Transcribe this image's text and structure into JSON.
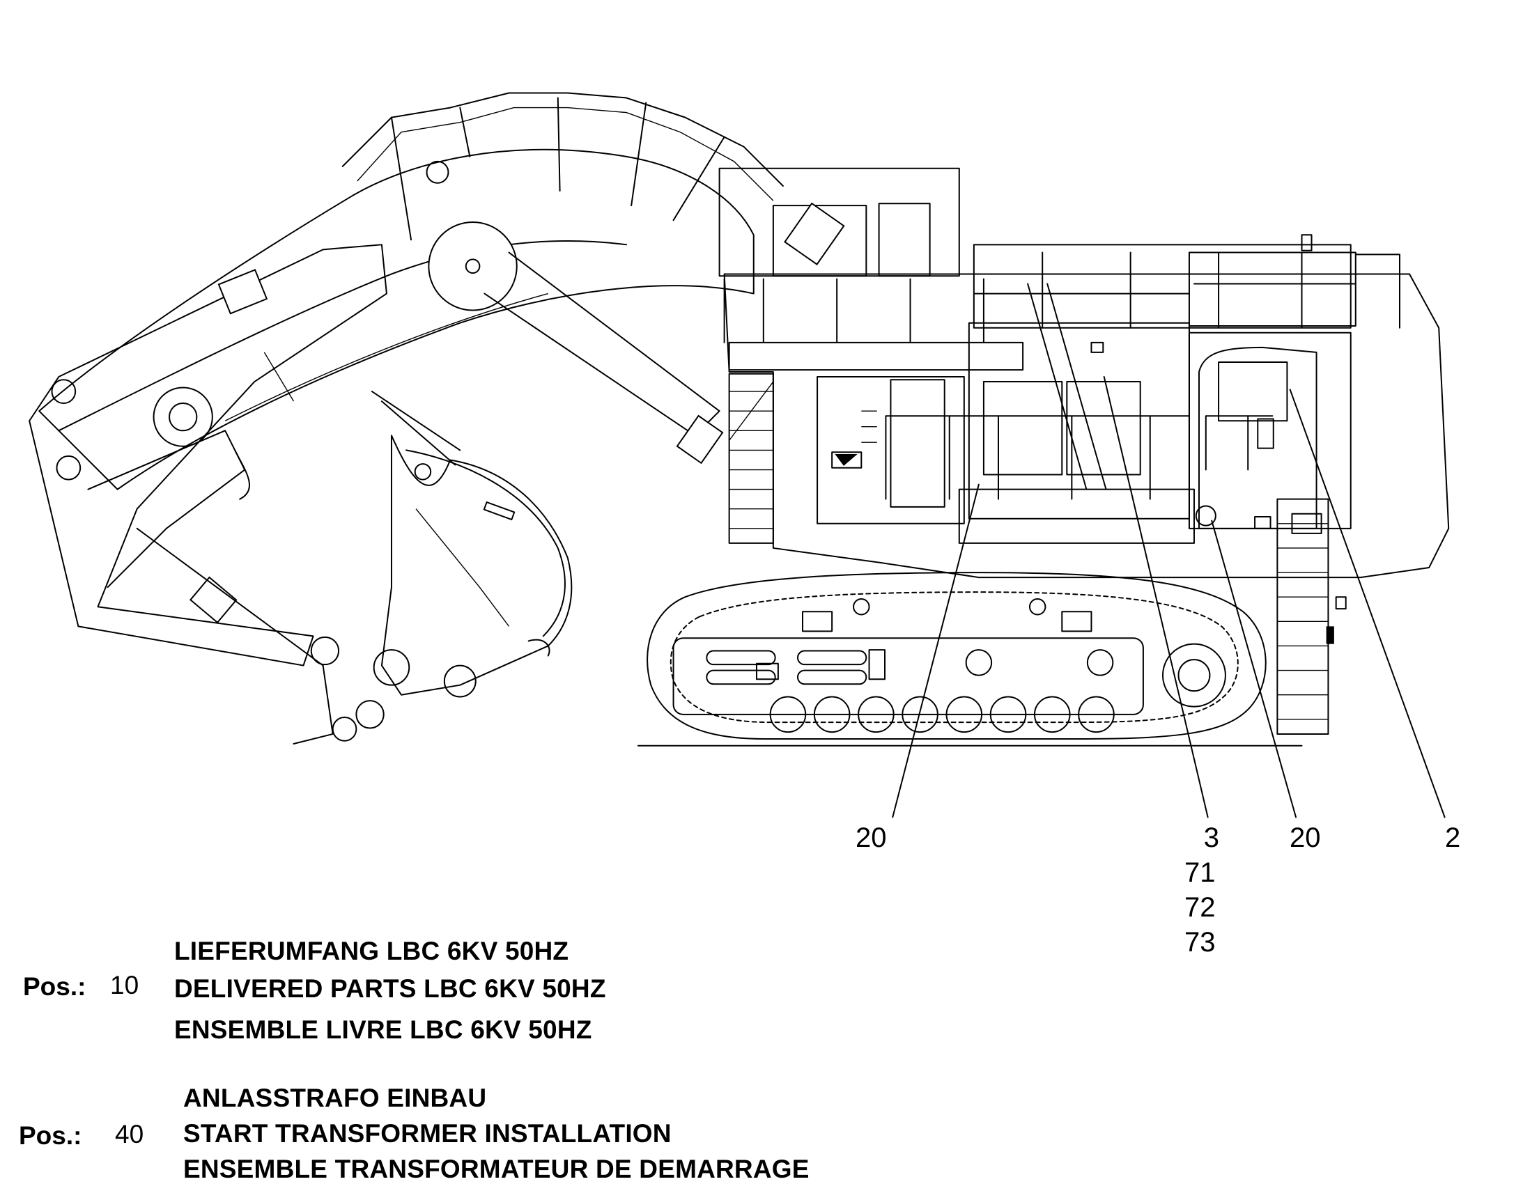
{
  "callouts": [
    {
      "id": "c20a",
      "lines": [
        "20"
      ]
    },
    {
      "id": "c3",
      "lines": [
        "3",
        "71",
        "72",
        "73"
      ]
    },
    {
      "id": "c20b",
      "lines": [
        "20"
      ]
    },
    {
      "id": "c2",
      "lines": [
        "2"
      ]
    }
  ],
  "positions": [
    {
      "label": "Pos.:",
      "number": "10",
      "lines": [
        "LIEFERUMFANG LBC 6KV 50HZ",
        "DELIVERED PARTS LBC 6KV 50HZ",
        "ENSEMBLE LIVRE LBC 6KV 50HZ"
      ]
    },
    {
      "label": "Pos.:",
      "number": "40",
      "lines": [
        "ANLASSTRAFO EINBAU",
        "START TRANSFORMER INSTALLATION",
        "ENSEMBLE TRANSFORMATEUR DE DEMARRAGE"
      ]
    }
  ]
}
